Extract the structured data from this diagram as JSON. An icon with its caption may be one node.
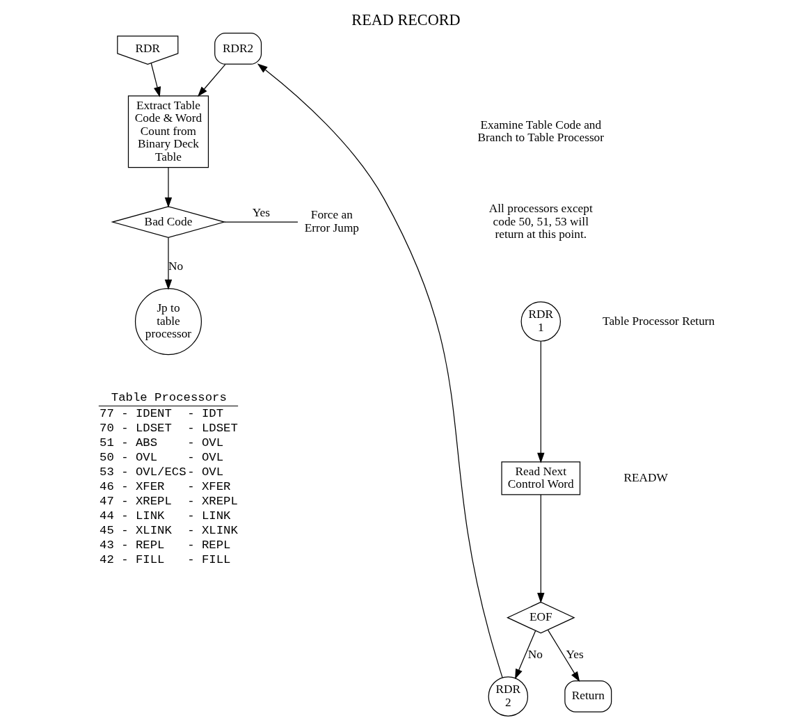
{
  "diagram": {
    "title": "READ RECORD",
    "nodes": [
      {
        "text": [
          "RDR"
        ]
      },
      {
        "text": [
          "RDR2"
        ]
      },
      {
        "text": [
          "Extract Table Code & Word Count from Binary Deck Table"
        ]
      },
      {
        "text": [
          "Bad Code"
        ]
      },
      {
        "text": [
          "Force an Error Jump"
        ]
      },
      {
        "text": [
          "Jp to table processor"
        ]
      },
      {
        "text": [
          "RDR 1"
        ],
        "beside": [
          "Table Processor Return"
        ]
      },
      {
        "text": [
          "Read Next Control Word"
        ],
        "beside": [
          "READW"
        ]
      },
      {
        "text": [
          "EOF"
        ]
      },
      {
        "text": [
          "RDR 2"
        ]
      },
      {
        "text": [
          "Return"
        ]
      }
    ],
    "edges": [
      {
        "from": 0,
        "to": 2,
        "arrow": "to"
      },
      {
        "from": 1,
        "to": 2,
        "arrow": "to"
      },
      {
        "from": 2,
        "to": 3,
        "arrow": "to"
      },
      {
        "from": 3,
        "to": 4,
        "arrow": "none",
        "label": "Yes"
      },
      {
        "from": 3,
        "to": 5,
        "arrow": "to",
        "label": "No"
      },
      {
        "from": 6,
        "to": 7,
        "arrow": "to"
      },
      {
        "from": 7,
        "to": 8,
        "arrow": "to"
      },
      {
        "from": 8,
        "to": 9,
        "arrow": "to",
        "label": "No"
      },
      {
        "from": 8,
        "to": 10,
        "arrow": "to",
        "label": "Yes"
      },
      {
        "from": 9,
        "to": 1,
        "arrow": "to"
      }
    ],
    "labels": [
      "Examine Table Code and Branch to Table Processor",
      "All processors except code 50, 51, 53 will return at this point.",
      "Table Processors",
      "77 - IDENT",
      "- IDT",
      "70 - LDSET",
      "- LDSET",
      "51 - ABS",
      "- OVL",
      "50 - OVL",
      "- OVL",
      "53 - OVL/ECS",
      "- OVL",
      "46 - XFER",
      "- XFER",
      "47 - XREPL",
      "- XREPL",
      "44 - LINK",
      "- LINK",
      "45 - XLINK",
      "- XLINK",
      "43 - REPL",
      "- REPL",
      "42 - FILL",
      "- FILL"
    ]
  }
}
